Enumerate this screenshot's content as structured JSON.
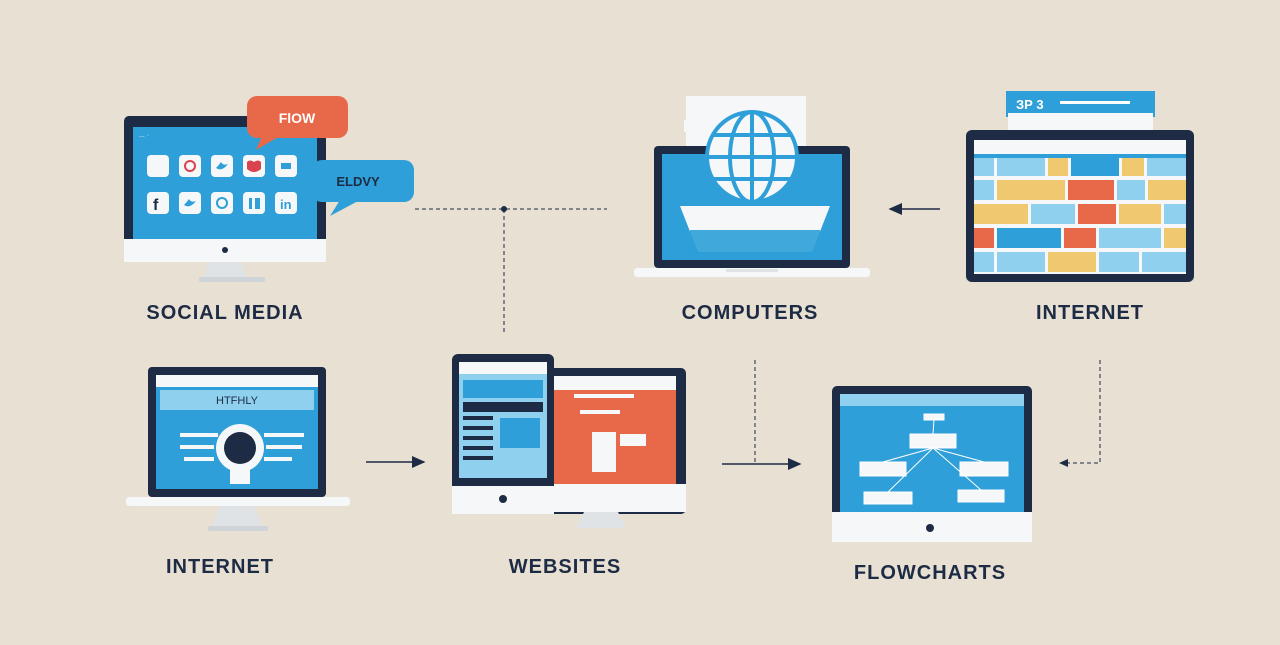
{
  "nodes": {
    "social_media": {
      "label": "SOCIAL MEDIA",
      "bubble_top": "FlOW",
      "bubble_bottom": "ELDVY",
      "screen_text": "... ·"
    },
    "computers": {
      "label": "COMPUTERS"
    },
    "internet_top": {
      "label": "INTERNET",
      "banner_text": "ЗР 3"
    },
    "internet_bottom": {
      "label": "INTERNET",
      "screen_title": "HTFHLY"
    },
    "websites": {
      "label": "WEBSITES"
    },
    "flowcharts": {
      "label": "FLOWCHARTS"
    }
  },
  "colors": {
    "background": "#e8e0d2",
    "navy": "#1d2b44",
    "blue": "#2e9fd8",
    "light_blue": "#8fd0ee",
    "orange": "#e8694a",
    "yellow": "#f0c870",
    "white": "#f6f7f8"
  },
  "icons": [
    "instagram-icon",
    "twitter-icon",
    "linkedin-icon",
    "facebook-icon",
    "globe-icon"
  ]
}
